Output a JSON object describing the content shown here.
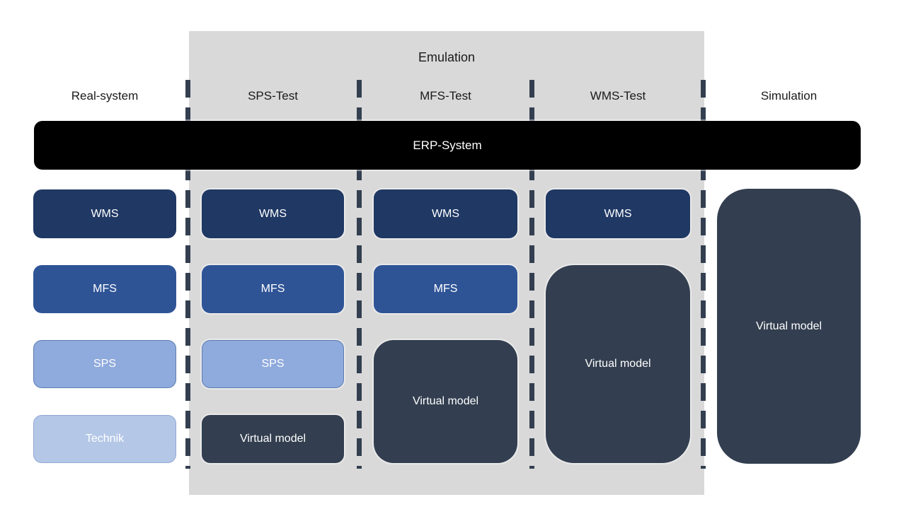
{
  "emulation_label": "Emulation",
  "erp_label": "ERP-System",
  "columns": [
    {
      "header": "Real-system",
      "boxes": [
        "WMS",
        "MFS",
        "SPS",
        "Technik"
      ]
    },
    {
      "header": "SPS-Test",
      "boxes": [
        "WMS",
        "MFS",
        "SPS",
        "Virtual model"
      ]
    },
    {
      "header": "MFS-Test",
      "boxes": [
        "WMS",
        "MFS",
        "Virtual model"
      ]
    },
    {
      "header": "WMS-Test",
      "boxes": [
        "WMS",
        "Virtual model"
      ]
    },
    {
      "header": "Simulation",
      "boxes": [
        "Virtual model"
      ]
    }
  ],
  "colors": {
    "wms": "#1f3864",
    "mfs": "#2f5496",
    "sps": "#8faadc",
    "sps_border": "#5b7db1",
    "technik": "#b4c7e7",
    "technik_border": "#90a8d4",
    "virtual_model": "#333f50",
    "erp_bar": "#000000",
    "emulation_panel": "#d9d9d9",
    "divider": "#333f50",
    "header_text": "#1a1a1a",
    "text_light": "#ffffff"
  }
}
